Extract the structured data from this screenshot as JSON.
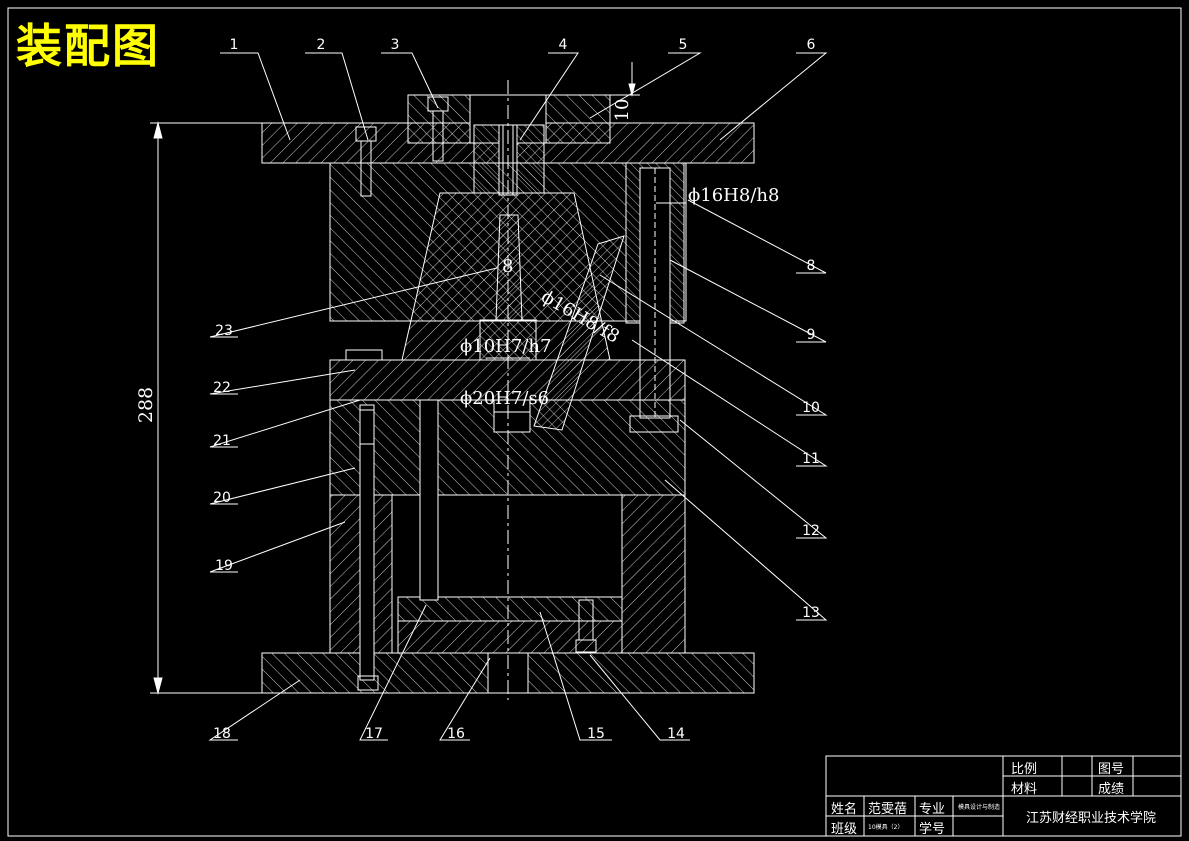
{
  "title": "装配图",
  "part_numbers": [
    "1",
    "2",
    "3",
    "4",
    "5",
    "6",
    "8",
    "9",
    "10",
    "11",
    "12",
    "13",
    "14",
    "15",
    "16",
    "17",
    "18",
    "19",
    "20",
    "21",
    "22",
    "23"
  ],
  "dimensions": {
    "height": "288",
    "top_offset": "10",
    "fit_guide": "ϕ16H8/h8",
    "fit_angled": "ϕ16H8/f8",
    "fit_sleeve": "ϕ10H7/h7",
    "fit_press": "ϕ20H7/s6",
    "dia_small": "8"
  },
  "title_block": {
    "scale_label": "比例",
    "drawing_no_label": "图号",
    "material_label": "材料",
    "grade_label": "成绩",
    "name_label": "姓名",
    "name_value": "范雯蓓",
    "major_label": "专业",
    "major_value": "模具设计与制造",
    "class_label": "班级",
    "class_value": "10模具（2）",
    "student_no_label": "学号",
    "school": "江苏财经职业技术学院"
  },
  "colors": {
    "background": "#000000",
    "lines": "#ffffff",
    "title": "#ffff00"
  }
}
